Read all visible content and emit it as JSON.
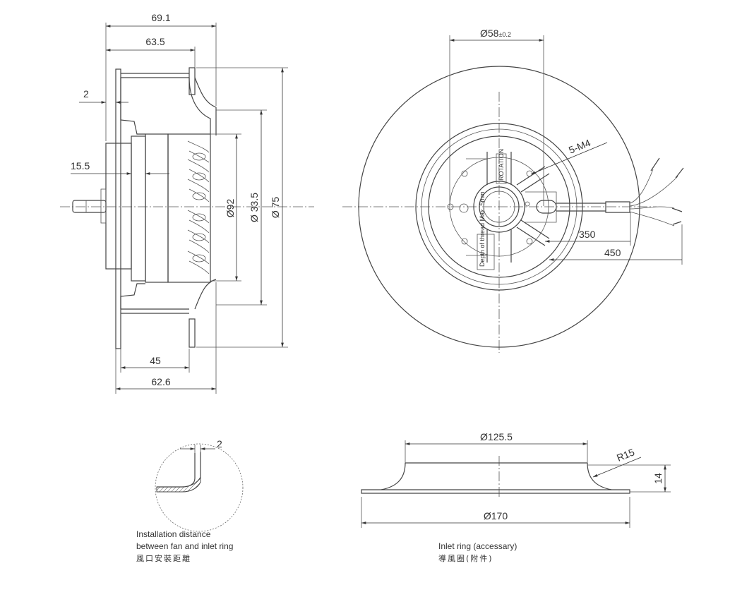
{
  "dimensions": {
    "side_width_total": "69.1",
    "side_width_outer": "63.5",
    "flange_thickness": "2",
    "shaft_length": "15.5",
    "diameter_92": "Ø92",
    "diameter_33_5": "Ø 33.5",
    "diameter_75": "Ø 75",
    "base_width_45": "45",
    "base_width_62_6": "62.6",
    "hub_diameter": "Ø58",
    "hub_tolerance": "±0.2",
    "screw_spec": "5-M4",
    "cable_350": "350",
    "cable_450": "450",
    "detail_gap": "2",
    "ring_inner_diameter": "Ø125.5",
    "ring_radius": "R15",
    "ring_height": "14",
    "ring_outer_diameter": "Ø170"
  },
  "motor_labels": {
    "thread_label": "Depth of thread Max. 5mm",
    "rotation_label": "ROTATION"
  },
  "captions": {
    "installation_en_line1": "Installation distance",
    "installation_en_line2": "between fan and inlet ring",
    "installation_cn": "風口安裝距離",
    "ring_en": "Inlet ring  (accessary)",
    "ring_cn": "導風圈(附件)"
  },
  "colors": {
    "line": "#444444",
    "text": "#333333",
    "background": "#ffffff"
  }
}
